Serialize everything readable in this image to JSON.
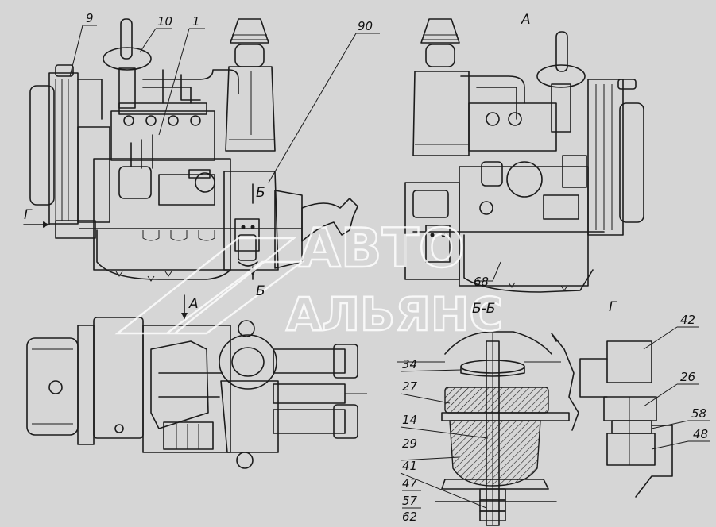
{
  "callouts": {
    "c9": "9",
    "c10": "10",
    "c1": "1",
    "c90": "90",
    "c68": "68",
    "c42": "42",
    "c26": "26",
    "c58": "58",
    "c48": "48",
    "c34": "34",
    "c27": "27",
    "c14": "14",
    "c29": "29",
    "c41": "41",
    "c47": "47",
    "c57": "57",
    "c62": "62"
  },
  "view_labels": {
    "a_top": "А",
    "a_arrow": "А",
    "b_upper": "Б",
    "b_lower": "Б",
    "g_arrow": "Г",
    "g_view": "Г",
    "section": "Б-Б"
  },
  "watermark": {
    "line1": "АВТО",
    "line2": "АЛЬЯНС"
  },
  "colors": {
    "background": "#d6d6d6",
    "ink": "#1c1c1c",
    "watermark": "#ffffff"
  }
}
